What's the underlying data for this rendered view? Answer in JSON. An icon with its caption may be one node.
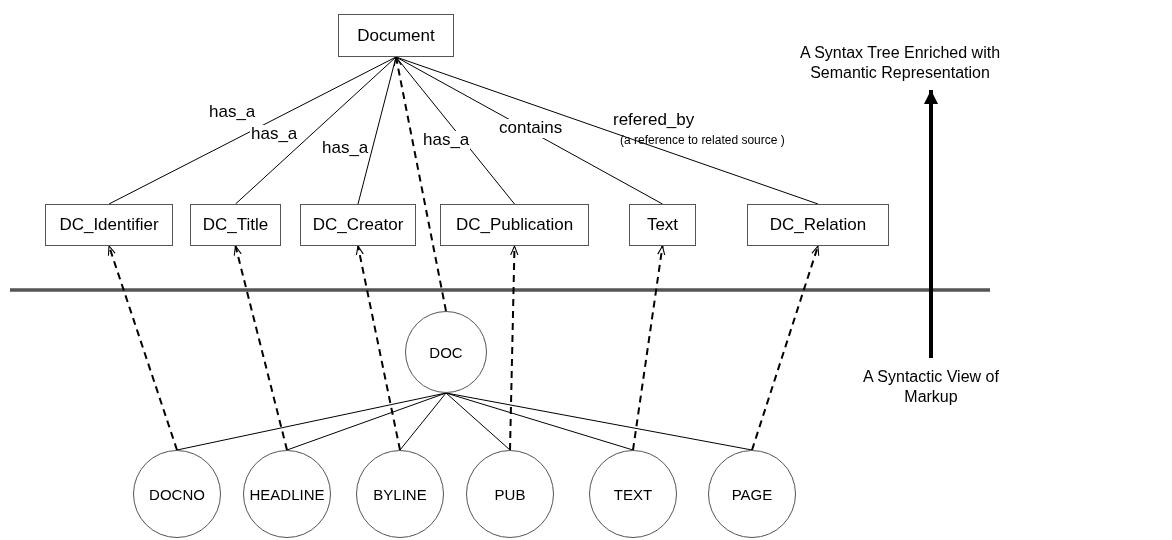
{
  "diagram": {
    "nodes": [
      {
        "text": [
          "Document"
        ]
      },
      {
        "text": [
          "DC_Identifier"
        ]
      },
      {
        "text": [
          "DC_Title"
        ]
      },
      {
        "text": [
          "DC_Creator"
        ]
      },
      {
        "text": [
          "DC_Publication"
        ]
      },
      {
        "text": [
          "Text"
        ]
      },
      {
        "text": [
          "DC_Relation"
        ]
      },
      {
        "text": [
          "DOC"
        ]
      },
      {
        "text": [
          "DOCNO"
        ]
      },
      {
        "text": [
          "HEADLINE"
        ]
      },
      {
        "text": [
          "BYLINE"
        ]
      },
      {
        "text": [
          "PUB"
        ]
      },
      {
        "text": [
          "TEXT"
        ]
      },
      {
        "text": [
          "PAGE"
        ]
      },
      {
        "text": [
          "A Syntax Tree Enriched with Semantic Representation"
        ]
      },
      {
        "text": [
          "A Syntactic View of Markup"
        ]
      }
    ],
    "edges": [
      {
        "from": 0,
        "to": 1,
        "arrow": "none",
        "label": "has_a"
      },
      {
        "from": 0,
        "to": 2,
        "arrow": "none",
        "label": "has_a"
      },
      {
        "from": 0,
        "to": 3,
        "arrow": "none",
        "label": "has_a"
      },
      {
        "from": 0,
        "to": 4,
        "arrow": "none",
        "label": "has_a"
      },
      {
        "from": 0,
        "to": 5,
        "arrow": "none",
        "label": "contains"
      },
      {
        "from": 0,
        "to": 6,
        "arrow": "none",
        "label": "refered_by"
      },
      {
        "from": 7,
        "to": 0,
        "arrow": "to",
        "style": "dashed"
      },
      {
        "from": 7,
        "to": 8,
        "arrow": "none"
      },
      {
        "from": 7,
        "to": 9,
        "arrow": "none"
      },
      {
        "from": 7,
        "to": 10,
        "arrow": "none"
      },
      {
        "from": 7,
        "to": 11,
        "arrow": "none"
      },
      {
        "from": 7,
        "to": 12,
        "arrow": "none"
      },
      {
        "from": 7,
        "to": 13,
        "arrow": "none"
      },
      {
        "from": 8,
        "to": 1,
        "arrow": "to",
        "style": "dashed"
      },
      {
        "from": 9,
        "to": 2,
        "arrow": "to",
        "style": "dashed"
      },
      {
        "from": 10,
        "to": 3,
        "arrow": "to",
        "style": "dashed"
      },
      {
        "from": 11,
        "to": 4,
        "arrow": "to",
        "style": "dashed"
      },
      {
        "from": 12,
        "to": 5,
        "arrow": "to",
        "style": "dashed"
      },
      {
        "from": 13,
        "to": 6,
        "arrow": "to",
        "style": "dashed"
      },
      {
        "from": 15,
        "to": 14,
        "arrow": "to",
        "style": "thick"
      }
    ],
    "labels": [
      "(a reference to related source )"
    ]
  }
}
